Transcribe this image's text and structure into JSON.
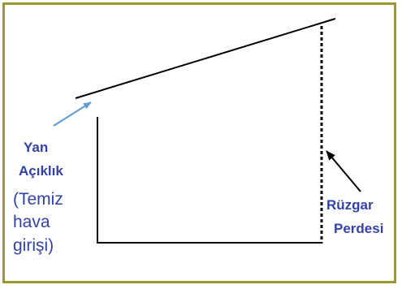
{
  "labels": {
    "side_opening_line1": "Yan",
    "side_opening_line2": "Açıklık",
    "fresh_air_line1": "(Temiz",
    "fresh_air_line2": "hava",
    "fresh_air_line3": "girişi)",
    "wind_curtain_line1": "Rüzgar",
    "wind_curtain_line2": "Perdesi"
  },
  "colors": {
    "frame": "#9a9a2e",
    "label_text": "#3342a8",
    "arrow_blue": "#5b9bd5",
    "lines": "#000000"
  }
}
